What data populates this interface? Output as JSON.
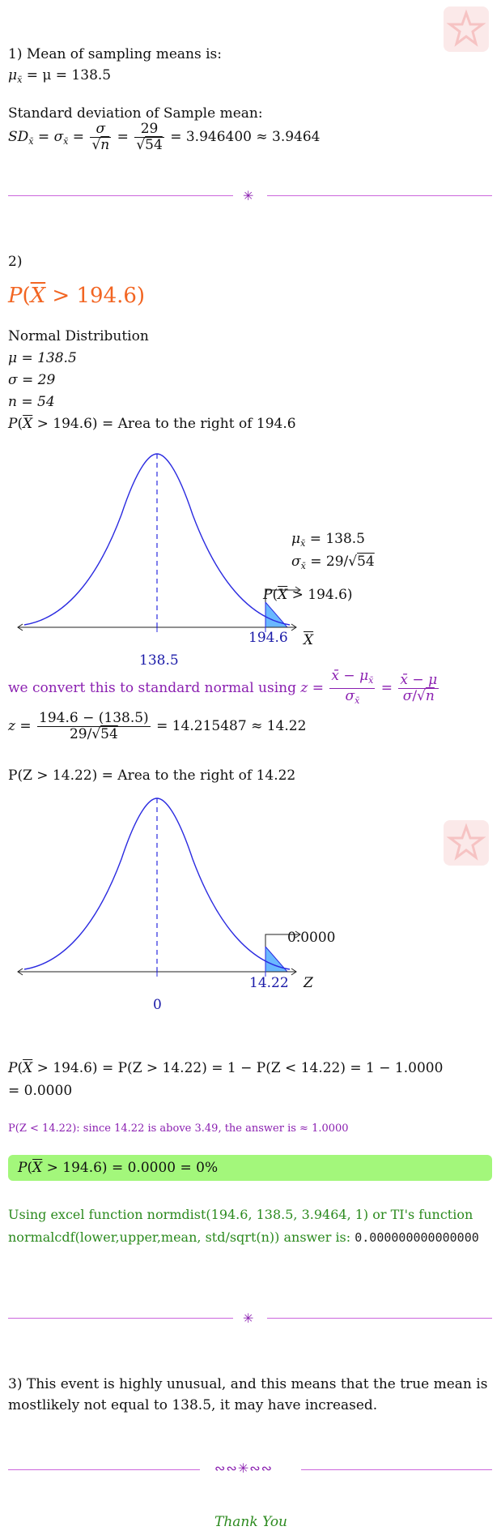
{
  "part1": {
    "heading": "1) Mean of sampling means is:",
    "mean_eq": "= μ = 138.5",
    "sd_heading": "Standard deviation of Sample mean:",
    "sd_sigma": "σ",
    "sd_n": "n",
    "sd_29": "29",
    "sd_54": "54",
    "sd_result": "= 3.946400 ≈ 3.9464"
  },
  "part2": {
    "label": "2)",
    "big_prob": "P(X > 194.6)",
    "nd_label": "Normal Distribution",
    "mu": "μ = 138.5",
    "sigma": "σ = 29",
    "n": "n = 54",
    "area_text": "= Area to the right of 194.6",
    "curve1": {
      "mean_label": "138.5",
      "x_label": "194.6",
      "axis_label": "X",
      "mu_anno": "= 138.5",
      "sd_anno_prefix": "= 29/",
      "sd_anno_root": "54",
      "prob_anno": "P(X > 194.6)"
    },
    "convert_text": "we convert this to standard normal using",
    "z_calc_num": "194.6 − (138.5)",
    "z_calc_den_prefix": "29/",
    "z_calc_den_root": "54",
    "z_calc_result": "= 14.215487 ≈ 14.22",
    "pz_text": "P(Z > 14.22) = Area to the right of 14.22",
    "curve2": {
      "mean_label": "0",
      "x_label": "14.22",
      "axis_label": "Z",
      "prob_anno": "0.0000"
    },
    "final_line": "= P(Z > 14.22) = 1 − P(Z < 14.22) = 1 − 1.0000",
    "final_line2": "= 0.0000",
    "note": "P(Z < 14.22): since 14.22 is above 3.49, the answer is ≈ 1.0000",
    "result": "= 0.0000 = 0%",
    "excel_line1": "Using excel function normdist(194.6, 138.5, 3.9464, 1) or TI's function",
    "excel_line2": "normalcdf(lower,upper,mean, std/sqrt(n)) answer is:",
    "excel_value": "0.000000000000000"
  },
  "part3": {
    "line1": "3) This event is highly unusual, and this means that the true mean is",
    "line2": "mostlikely not equal to 138.5, it may have increased."
  },
  "thanks": "Thank You",
  "colors": {
    "purple": "#8a1fb0",
    "orange": "#f26522",
    "green": "#2b8a1e",
    "result_bg": "#a3f77b",
    "curve": "#2a2ae0"
  }
}
